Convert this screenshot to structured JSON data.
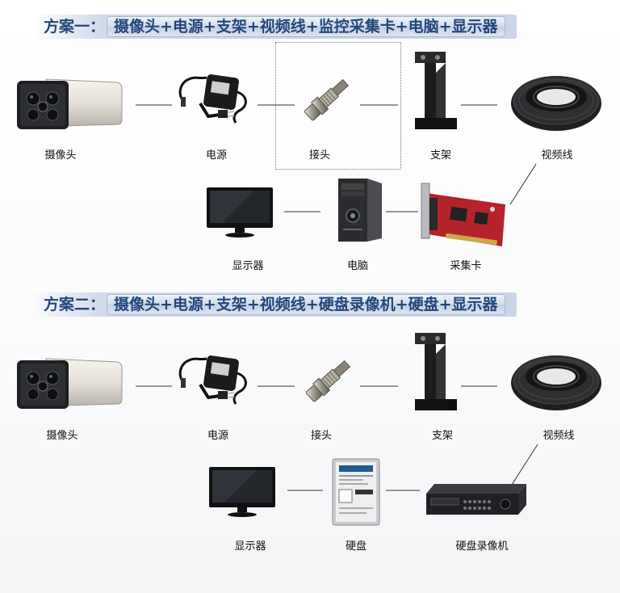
{
  "plan1": {
    "prefix": "方案一：",
    "title": "摄像头+电源+支架+视频线+监控采集卡+电脑+显示器",
    "labels": {
      "camera": "摄像头",
      "power": "电源",
      "connector": "接头",
      "bracket": "支架",
      "cable": "视频线",
      "monitor": "显示器",
      "computer": "电脑",
      "capture_card": "采集卡"
    }
  },
  "plan2": {
    "prefix": "方案二：",
    "title": "摄像头+电源+支架+视频线+硬盘录像机+硬盘+显示器",
    "labels": {
      "camera": "摄像头",
      "power": "电源",
      "connector": "接头",
      "bracket": "支架",
      "cable": "视频线",
      "monitor": "显示器",
      "hdd": "硬盘",
      "dvr": "硬盘录像机"
    }
  }
}
